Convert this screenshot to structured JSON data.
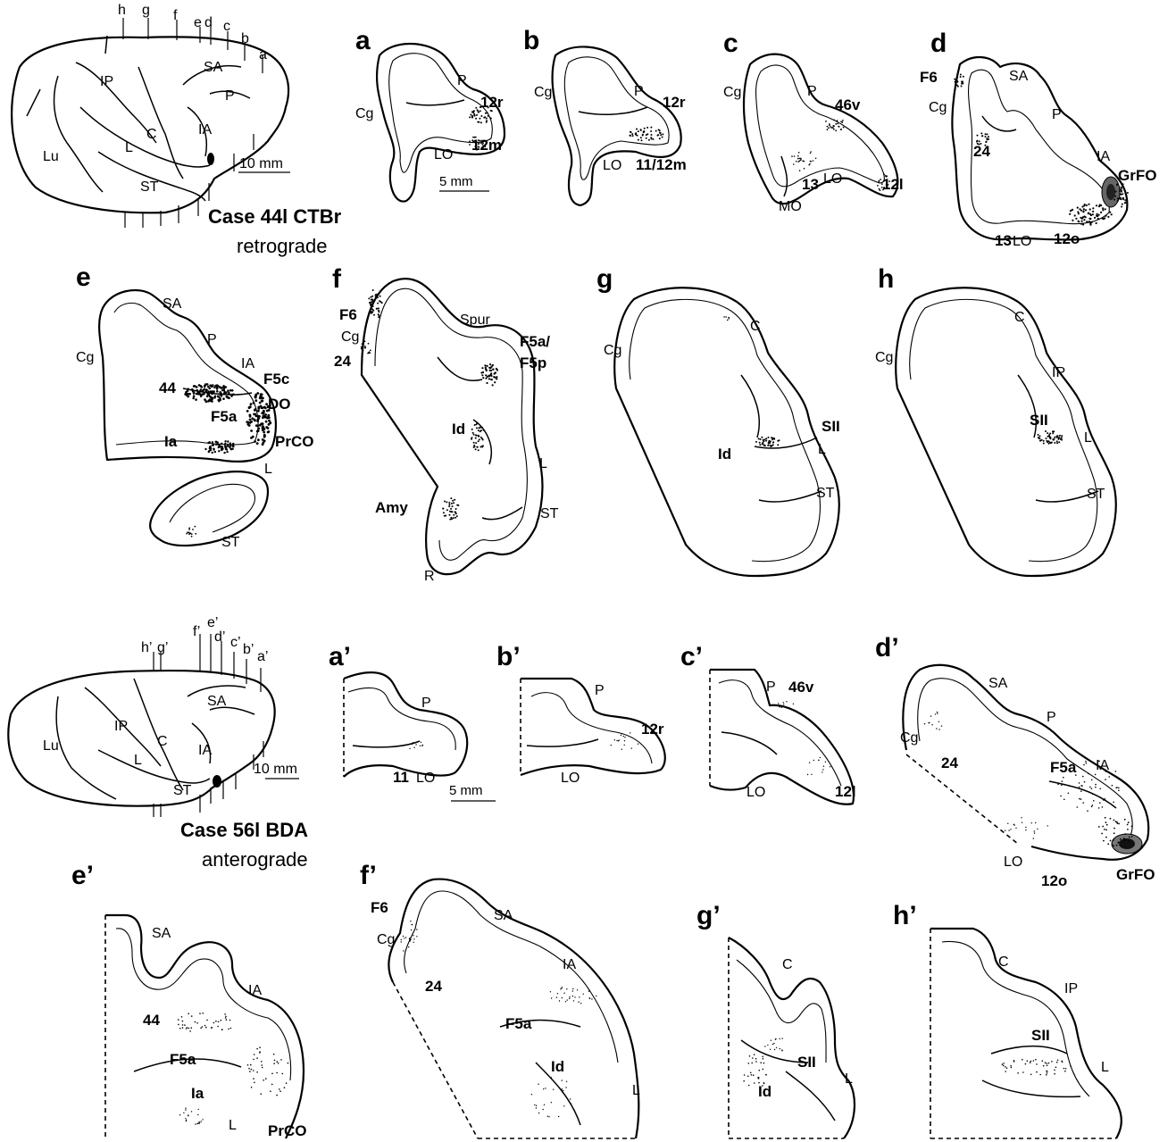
{
  "panels": {
    "a": "a",
    "b": "b",
    "c": "c",
    "d": "d",
    "e": "e",
    "f": "f",
    "g": "g",
    "h": "h",
    "ap": "a’",
    "bp": "b’",
    "cp": "c’",
    "dp": "d’",
    "ep": "e’",
    "fp": "f’",
    "gp": "g’",
    "hp": "h’"
  },
  "cases": {
    "top_title": "Case 44l CTBr",
    "top_subtitle": "retrograde",
    "bottom_title": "Case 56l BDA",
    "bottom_subtitle": "anterograde"
  },
  "scale_bars": {
    "brain": "10 mm",
    "section": "5 mm"
  },
  "brain_top": {
    "ticks": [
      "h",
      "g",
      "f",
      "e",
      "d",
      "c",
      "b",
      "a"
    ],
    "sulci": {
      "IP": "IP",
      "SA": "SA",
      "P": "P",
      "C": "C",
      "L": "L",
      "IA": "IA",
      "Lu": "Lu",
      "ST": "ST"
    }
  },
  "brain_bottom": {
    "ticks": [
      "h’",
      "g’",
      "f’",
      "e’",
      "d’",
      "c’",
      "b’",
      "a’"
    ],
    "sulci": {
      "IP": "IP",
      "SA": "SA",
      "C": "C",
      "L": "L",
      "IA": "IA",
      "Lu": "Lu",
      "ST": "ST"
    }
  },
  "sections": {
    "a": {
      "Cg": "Cg",
      "P": "P",
      "LO": "LO",
      "r12": "12r",
      "m12": "12m"
    },
    "b": {
      "Cg": "Cg",
      "P": "P",
      "LO": "LO",
      "r12": "12r",
      "a11": "11/12m"
    },
    "c": {
      "Cg": "Cg",
      "P": "P",
      "LO": "LO",
      "MO": "MO",
      "v46": "46v",
      "a13": "13",
      "l12": "12l"
    },
    "d": {
      "F6": "F6",
      "Cg": "Cg",
      "a24": "24",
      "SA": "SA",
      "P": "P",
      "IA": "IA",
      "GrFO": "GrFO",
      "a13": "13",
      "LO": "LO",
      "o12": "12o"
    },
    "e": {
      "Cg": "Cg",
      "SA": "SA",
      "P": "P",
      "IA": "IA",
      "F5c": "F5c",
      "a44": "44",
      "F5a": "F5a",
      "DO": "DO",
      "Ia": "Ia",
      "PrCO": "PrCO",
      "L": "L",
      "ST": "ST"
    },
    "f": {
      "F6": "F6",
      "Cg": "Cg",
      "a24": "24",
      "Spur": "Spur",
      "F5ap": "F5a/",
      "F5p": "F5p",
      "Id": "Id",
      "L": "L",
      "Amy": "Amy",
      "ST": "ST",
      "R": "R"
    },
    "g": {
      "Cg": "Cg",
      "C": "C",
      "SII": "SII",
      "Id": "Id",
      "L": "L",
      "ST": "ST"
    },
    "h": {
      "Cg": "Cg",
      "C": "C",
      "IP": "IP",
      "SII": "SII",
      "L": "L",
      "ST": "ST"
    },
    "ap": {
      "P": "P",
      "a11": "11",
      "LO": "LO"
    },
    "bp": {
      "P": "P",
      "r12": "12r",
      "LO": "LO"
    },
    "cp": {
      "P": "P",
      "v46": "46v",
      "LO": "LO",
      "l12": "12l"
    },
    "dp": {
      "Cg": "Cg",
      "SA": "SA",
      "P": "P",
      "a24": "24",
      "F5a": "F5a",
      "IA": "IA",
      "LO": "LO",
      "o12": "12o",
      "GrFO": "GrFO"
    },
    "ep": {
      "SA": "SA",
      "IA": "IA",
      "a44": "44",
      "F5a": "F5a",
      "Ia": "Ia",
      "L": "L",
      "PrCO": "PrCO"
    },
    "fp": {
      "F6": "F6",
      "Cg": "Cg",
      "a24": "24",
      "SA": "SA",
      "IA": "IA",
      "F5a": "F5a",
      "Id": "Id",
      "L": "L"
    },
    "gp": {
      "C": "C",
      "SII": "SII",
      "Id": "Id",
      "L": "L"
    },
    "hp": {
      "C": "C",
      "IP": "IP",
      "SII": "SII",
      "L": "L"
    }
  }
}
